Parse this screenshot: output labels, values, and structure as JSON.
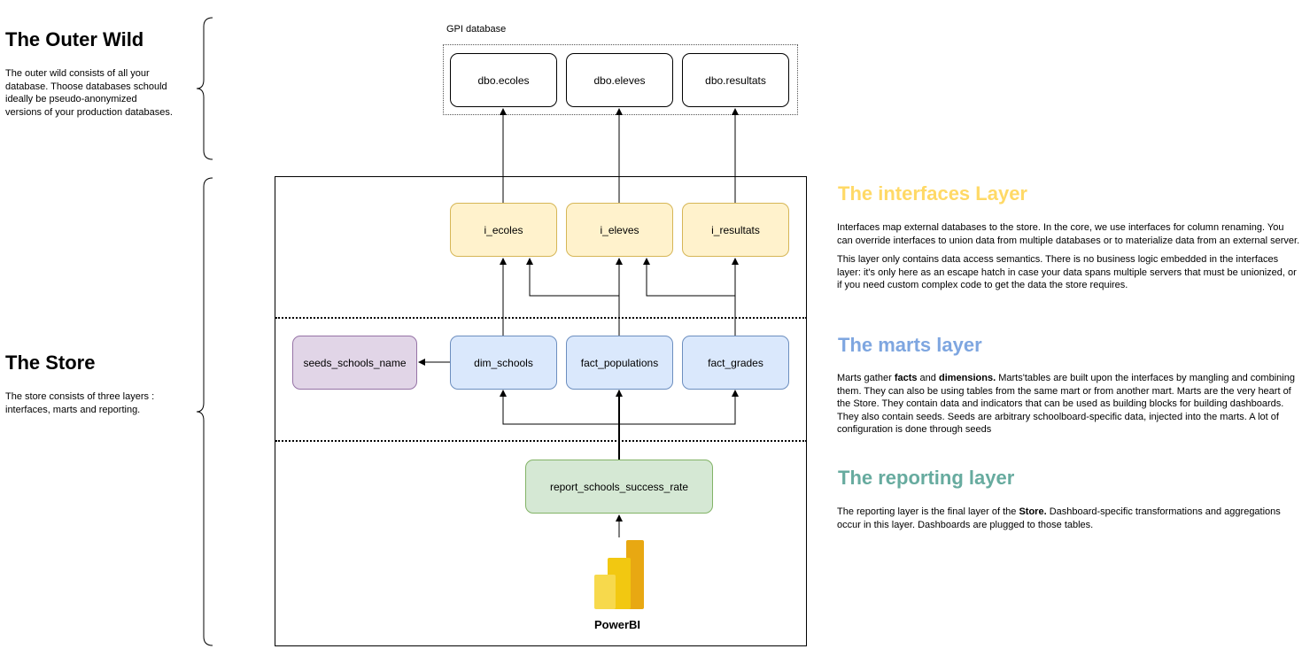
{
  "left": {
    "outer_wild": {
      "title": "The Outer Wild",
      "description": "The outer wild consists of all your database. Thoose databases schould ideally be pseudo-anonymized versions of your production databases."
    },
    "store": {
      "title": "The Store",
      "description": "The store consists of three layers : interfaces, marts and reporting."
    }
  },
  "diagram": {
    "gpi_label": "GPI database",
    "databases": [
      "dbo.ecoles",
      "dbo.eleves",
      "dbo.resultats"
    ],
    "interfaces": [
      "i_ecoles",
      "i_eleves",
      "i_resultats"
    ],
    "marts": [
      "dim_schools",
      "fact_populations",
      "fact_grades"
    ],
    "seed": "seeds_schools_name",
    "report": "report_schools_success_rate",
    "powerbi_label": "PowerBI",
    "colors": {
      "interface_fill": "#fff2cc",
      "interface_stroke": "#d6b656",
      "mart_fill": "#dae8fc",
      "mart_stroke": "#6c8ebf",
      "seed_fill": "#e1d5e7",
      "seed_stroke": "#9673a6",
      "report_fill": "#d5e8d4",
      "report_stroke": "#82b366",
      "powerbi": "#f2c811"
    }
  },
  "right": {
    "interfaces": {
      "title": "The interfaces Layer",
      "color": "#ffd966",
      "p1": "Interfaces map external databases to the store. In the core, we use interfaces for column renaming. You can override interfaces to union data from multiple databases or to materialize data from an external server.",
      "p2": "This layer only contains data access semantics. There is no business logic embedded in the interfaces layer: it's only here as an escape hatch in case your data spans multiple servers that must be unionized, or if you need custom complex code to get the data the store requires."
    },
    "marts": {
      "title": "The marts layer",
      "color": "#7ea6e0",
      "p_pre": "Marts gather ",
      "p_facts": "facts",
      "p_and": " and ",
      "p_dims": "dimensions.",
      "p_post": " Marts'tables are built upon the interfaces by mangling and combining them. They can also be using tables from the same mart or from another mart. Marts are the very heart of the Store. They contain data and indicators that can be used as building blocks for building dashboards. They also contain seeds. Seeds are arbitrary schoolboard-specific data, injected into the marts. A lot of configuration is done through seeds"
    },
    "reporting": {
      "title": "The reporting layer",
      "color": "#67ab9f",
      "p_pre": "The reporting layer is the final layer of the ",
      "p_store": "Store.",
      "p_post": " Dashboard-specific transformations and aggregations occur in this layer.  Dashboards are plugged to those tables."
    }
  }
}
